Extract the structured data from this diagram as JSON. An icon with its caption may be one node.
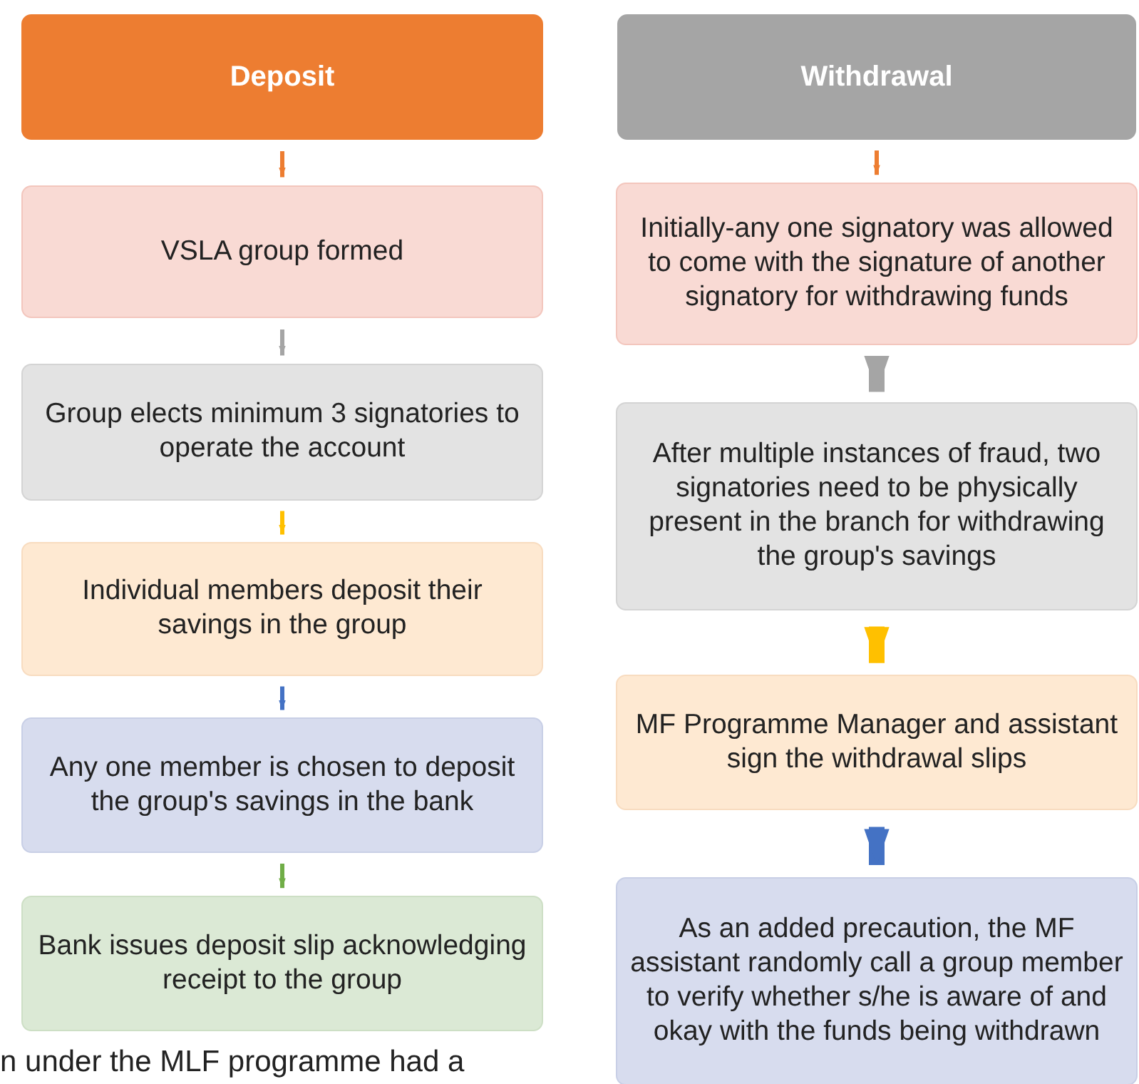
{
  "diagram": {
    "nodes": [
      {
        "text": [
          "Deposit"
        ]
      },
      {
        "text": [
          "VSLA group formed"
        ]
      },
      {
        "text": [
          "Group elects minimum 3 signatories to operate the account"
        ]
      },
      {
        "text": [
          "Individual members deposit their savings in the group"
        ]
      },
      {
        "text": [
          "Any one member is chosen to deposit the group's savings in the bank"
        ]
      },
      {
        "text": [
          "Bank issues deposit slip acknowledging receipt to the group"
        ]
      },
      {
        "text": [
          "Withdrawal"
        ]
      },
      {
        "text": [
          "Initially-any one signatory was allowed to come with the signature of another signatory for withdrawing funds"
        ]
      },
      {
        "text": [
          "After multiple instances of fraud, two signatories need to be physically present in the branch for withdrawing the group's savings"
        ]
      },
      {
        "text": [
          "MF Programme Manager and assistant sign the withdrawal slips"
        ]
      },
      {
        "text": [
          "As an added precaution, the MF assistant randomly call a group member to verify whether s/he is aware of and okay with the funds being withdrawn"
        ]
      }
    ],
    "edges": [
      {
        "from": 0,
        "to": 1,
        "arrow": "to",
        "color": "#ed7d31"
      },
      {
        "from": 1,
        "to": 2,
        "arrow": "to",
        "color": "#a5a5a5"
      },
      {
        "from": 2,
        "to": 3,
        "arrow": "to",
        "color": "#ffc000"
      },
      {
        "from": 3,
        "to": 4,
        "arrow": "to",
        "color": "#4472c4"
      },
      {
        "from": 4,
        "to": 5,
        "arrow": "to",
        "color": "#70ad47"
      },
      {
        "from": 6,
        "to": 7,
        "arrow": "to",
        "color": "#ed7d31"
      },
      {
        "from": 7,
        "to": 8,
        "arrow": "to",
        "color": "#a5a5a5",
        "style": "thick"
      },
      {
        "from": 8,
        "to": 9,
        "arrow": "to",
        "color": "#ffc000",
        "style": "thick"
      },
      {
        "from": 9,
        "to": 10,
        "arrow": "to",
        "color": "#4472c4",
        "style": "thick"
      }
    ],
    "labels": [
      "n under the MLF programme had a"
    ]
  }
}
